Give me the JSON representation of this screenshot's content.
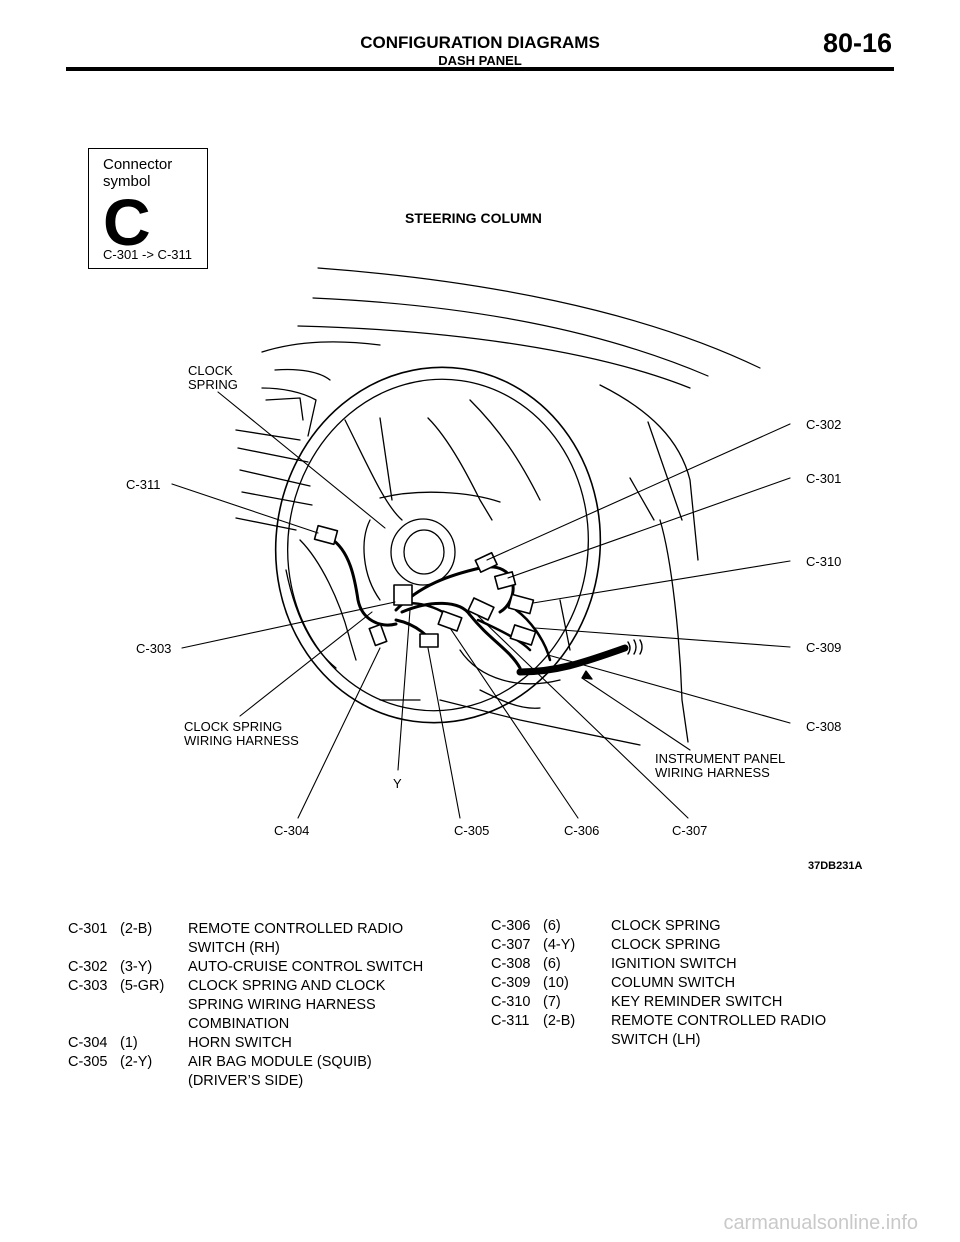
{
  "header": {
    "title": "CONFIGURATION DIAGRAMS",
    "subtitle": "DASH PANEL",
    "page_number": "80-16"
  },
  "connector_symbol": {
    "caption": "Connector symbol",
    "letter": "C",
    "range": "C-301 ->  C-311"
  },
  "diagram": {
    "title": "STEERING COLUMN",
    "code": "37DB231A",
    "labels": {
      "clock_spring": "CLOCK\nSPRING",
      "c302": "C-302",
      "c301": "C-301",
      "c311": "C-311",
      "c310": "C-310",
      "c303": "C-303",
      "c309": "C-309",
      "c308": "C-308",
      "clock_spring_harness": "CLOCK SPRING\nWIRING HARNESS",
      "instrument_panel_harness": "INSTRUMENT PANEL\nWIRING HARNESS",
      "y": "Y",
      "c304": "C-304",
      "c305": "C-305",
      "c306": "C-306",
      "c307": "C-307"
    }
  },
  "legend": {
    "left": [
      {
        "id": "C-301",
        "code": "(2-B)",
        "desc": "REMOTE CONTROLLED RADIO SWITCH (RH)"
      },
      {
        "id": "C-302",
        "code": "(3-Y)",
        "desc": "AUTO-CRUISE CONTROL SWITCH"
      },
      {
        "id": "C-303",
        "code": "(5-GR)",
        "desc": "CLOCK SPRING AND CLOCK SPRING WIRING HARNESS COMBINATION"
      },
      {
        "id": "C-304",
        "code": "(1)",
        "desc": "HORN SWITCH"
      },
      {
        "id": "C-305",
        "code": "(2-Y)",
        "desc": "AIR BAG MODULE (SQUIB) (DRIVER’S SIDE)"
      }
    ],
    "right": [
      {
        "id": "C-306",
        "code": "(6)",
        "desc": "CLOCK SPRING"
      },
      {
        "id": "C-307",
        "code": "(4-Y)",
        "desc": "CLOCK SPRING"
      },
      {
        "id": "C-308",
        "code": "(6)",
        "desc": "IGNITION SWITCH"
      },
      {
        "id": "C-309",
        "code": "(10)",
        "desc": "COLUMN SWITCH"
      },
      {
        "id": "C-310",
        "code": "(7)",
        "desc": "KEY REMINDER SWITCH"
      },
      {
        "id": "C-311",
        "code": "(2-B)",
        "desc": "REMOTE CONTROLLED RADIO SWITCH (LH)"
      }
    ]
  },
  "footer": "carmanualsonline.info"
}
